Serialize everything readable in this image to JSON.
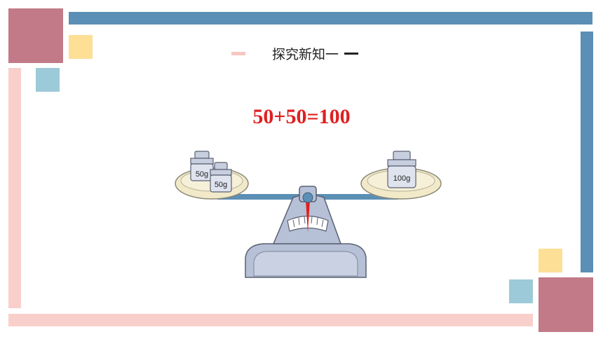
{
  "header": {
    "title": "探究新知一"
  },
  "main": {
    "equation": "50+50=100",
    "scale": {
      "left_pan": {
        "weights": [
          "50g",
          "50g"
        ]
      },
      "right_pan": {
        "weights": [
          "100g"
        ]
      }
    }
  },
  "colors": {
    "blue_bar": "#5b8fb5",
    "pink_bar": "#f9cfcb",
    "rose_square": "#c27a88",
    "yellow_square": "#fddf95",
    "light_blue_square": "#9ccad8",
    "equation_red": "#e02020"
  }
}
